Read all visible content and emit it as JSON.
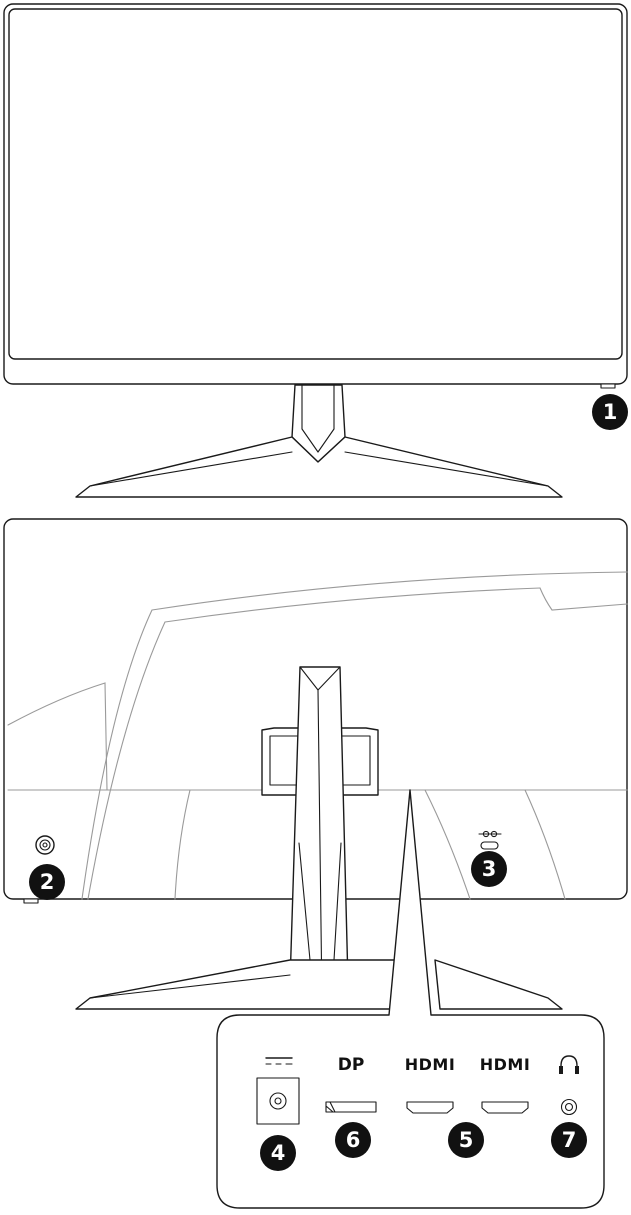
{
  "callouts": {
    "c1": "1",
    "c2": "2",
    "c3": "3",
    "c4": "4",
    "c5": "5",
    "c6": "6",
    "c7": "7"
  },
  "port_labels": {
    "dp": "DP",
    "hdmi_1": "HDMI",
    "hdmi_2": "HDMI"
  },
  "icons": {
    "power_dc": "dc-power-icon",
    "headphone": "headphone-icon",
    "kensington": "kensington-lock-icon",
    "joystick": "navi-key-icon"
  },
  "colors": {
    "line": "#1a1a1a",
    "curve": "#9a9a9a",
    "badge": "#111111"
  }
}
